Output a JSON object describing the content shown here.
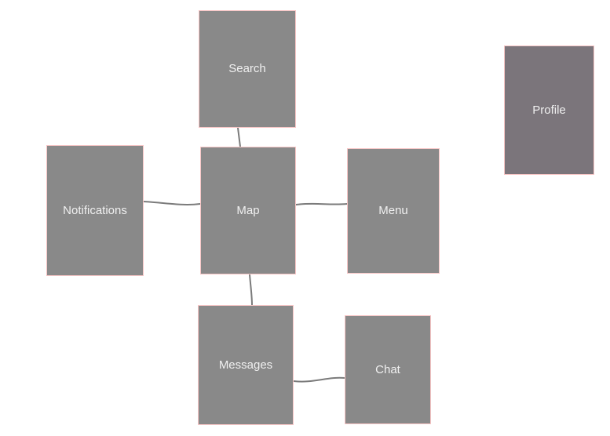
{
  "diagram": {
    "background": "#ffffff",
    "colors": {
      "node_fill": "#898989",
      "profile_node_fill": "#7b757b",
      "node_border": "#f8c6c6",
      "edge_stroke": "#7b7b7b",
      "label_text": "#f0f0f0"
    },
    "nodes": [
      {
        "id": "search",
        "label": "Search"
      },
      {
        "id": "profile",
        "label": "Profile"
      },
      {
        "id": "notifications",
        "label": "Notifications"
      },
      {
        "id": "map",
        "label": "Map"
      },
      {
        "id": "menu",
        "label": "Menu"
      },
      {
        "id": "messages",
        "label": "Messages"
      },
      {
        "id": "chat",
        "label": "Chat"
      }
    ],
    "edges": [
      {
        "from": "Search",
        "to": "Map"
      },
      {
        "from": "Notifications",
        "to": "Map"
      },
      {
        "from": "Map",
        "to": "Menu"
      },
      {
        "from": "Map",
        "to": "Messages"
      },
      {
        "from": "Messages",
        "to": "Chat"
      }
    ]
  }
}
